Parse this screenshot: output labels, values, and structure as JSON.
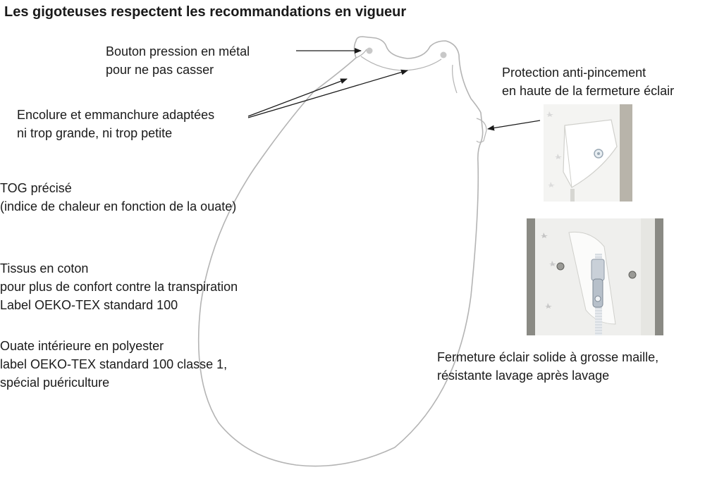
{
  "title": "Les  gigoteuses respectent les recommandations en vigueur",
  "annotations": {
    "bouton": [
      "Bouton pression en métal",
      "pour ne pas casser"
    ],
    "encolure": [
      "Encolure et emmanchure  adaptées",
      "ni trop grande, ni trop petite"
    ],
    "tog": [
      "TOG précisé",
      "(indice de chaleur en fonction de la ouate)"
    ],
    "tissus": [
      "Tissus en  coton",
      "pour plus de confort contre la transpiration",
      "Label OEKO-TEX standard 100"
    ],
    "ouate": [
      "Ouate intérieure  en polyester",
      "label OEKO-TEX standard 100 classe 1,",
      "spécial puériculture"
    ],
    "protection": [
      "Protection anti-pincement",
      "en haute de la fermeture éclair"
    ],
    "fermeture": [
      "Fermeture éclair solide à grosse maille,",
      "résistante lavage après lavage"
    ]
  },
  "colors": {
    "outline": "#b4b4b4",
    "arrow": "#1a1a1a",
    "text": "#1a1a1a",
    "fabric": "#f7f7f5",
    "snap": "#c8c8c8"
  },
  "icons": {
    "sleeping_bag": "sleeping-bag-outline",
    "photos": [
      "anti-pinch-photo",
      "zipper-photo"
    ]
  }
}
